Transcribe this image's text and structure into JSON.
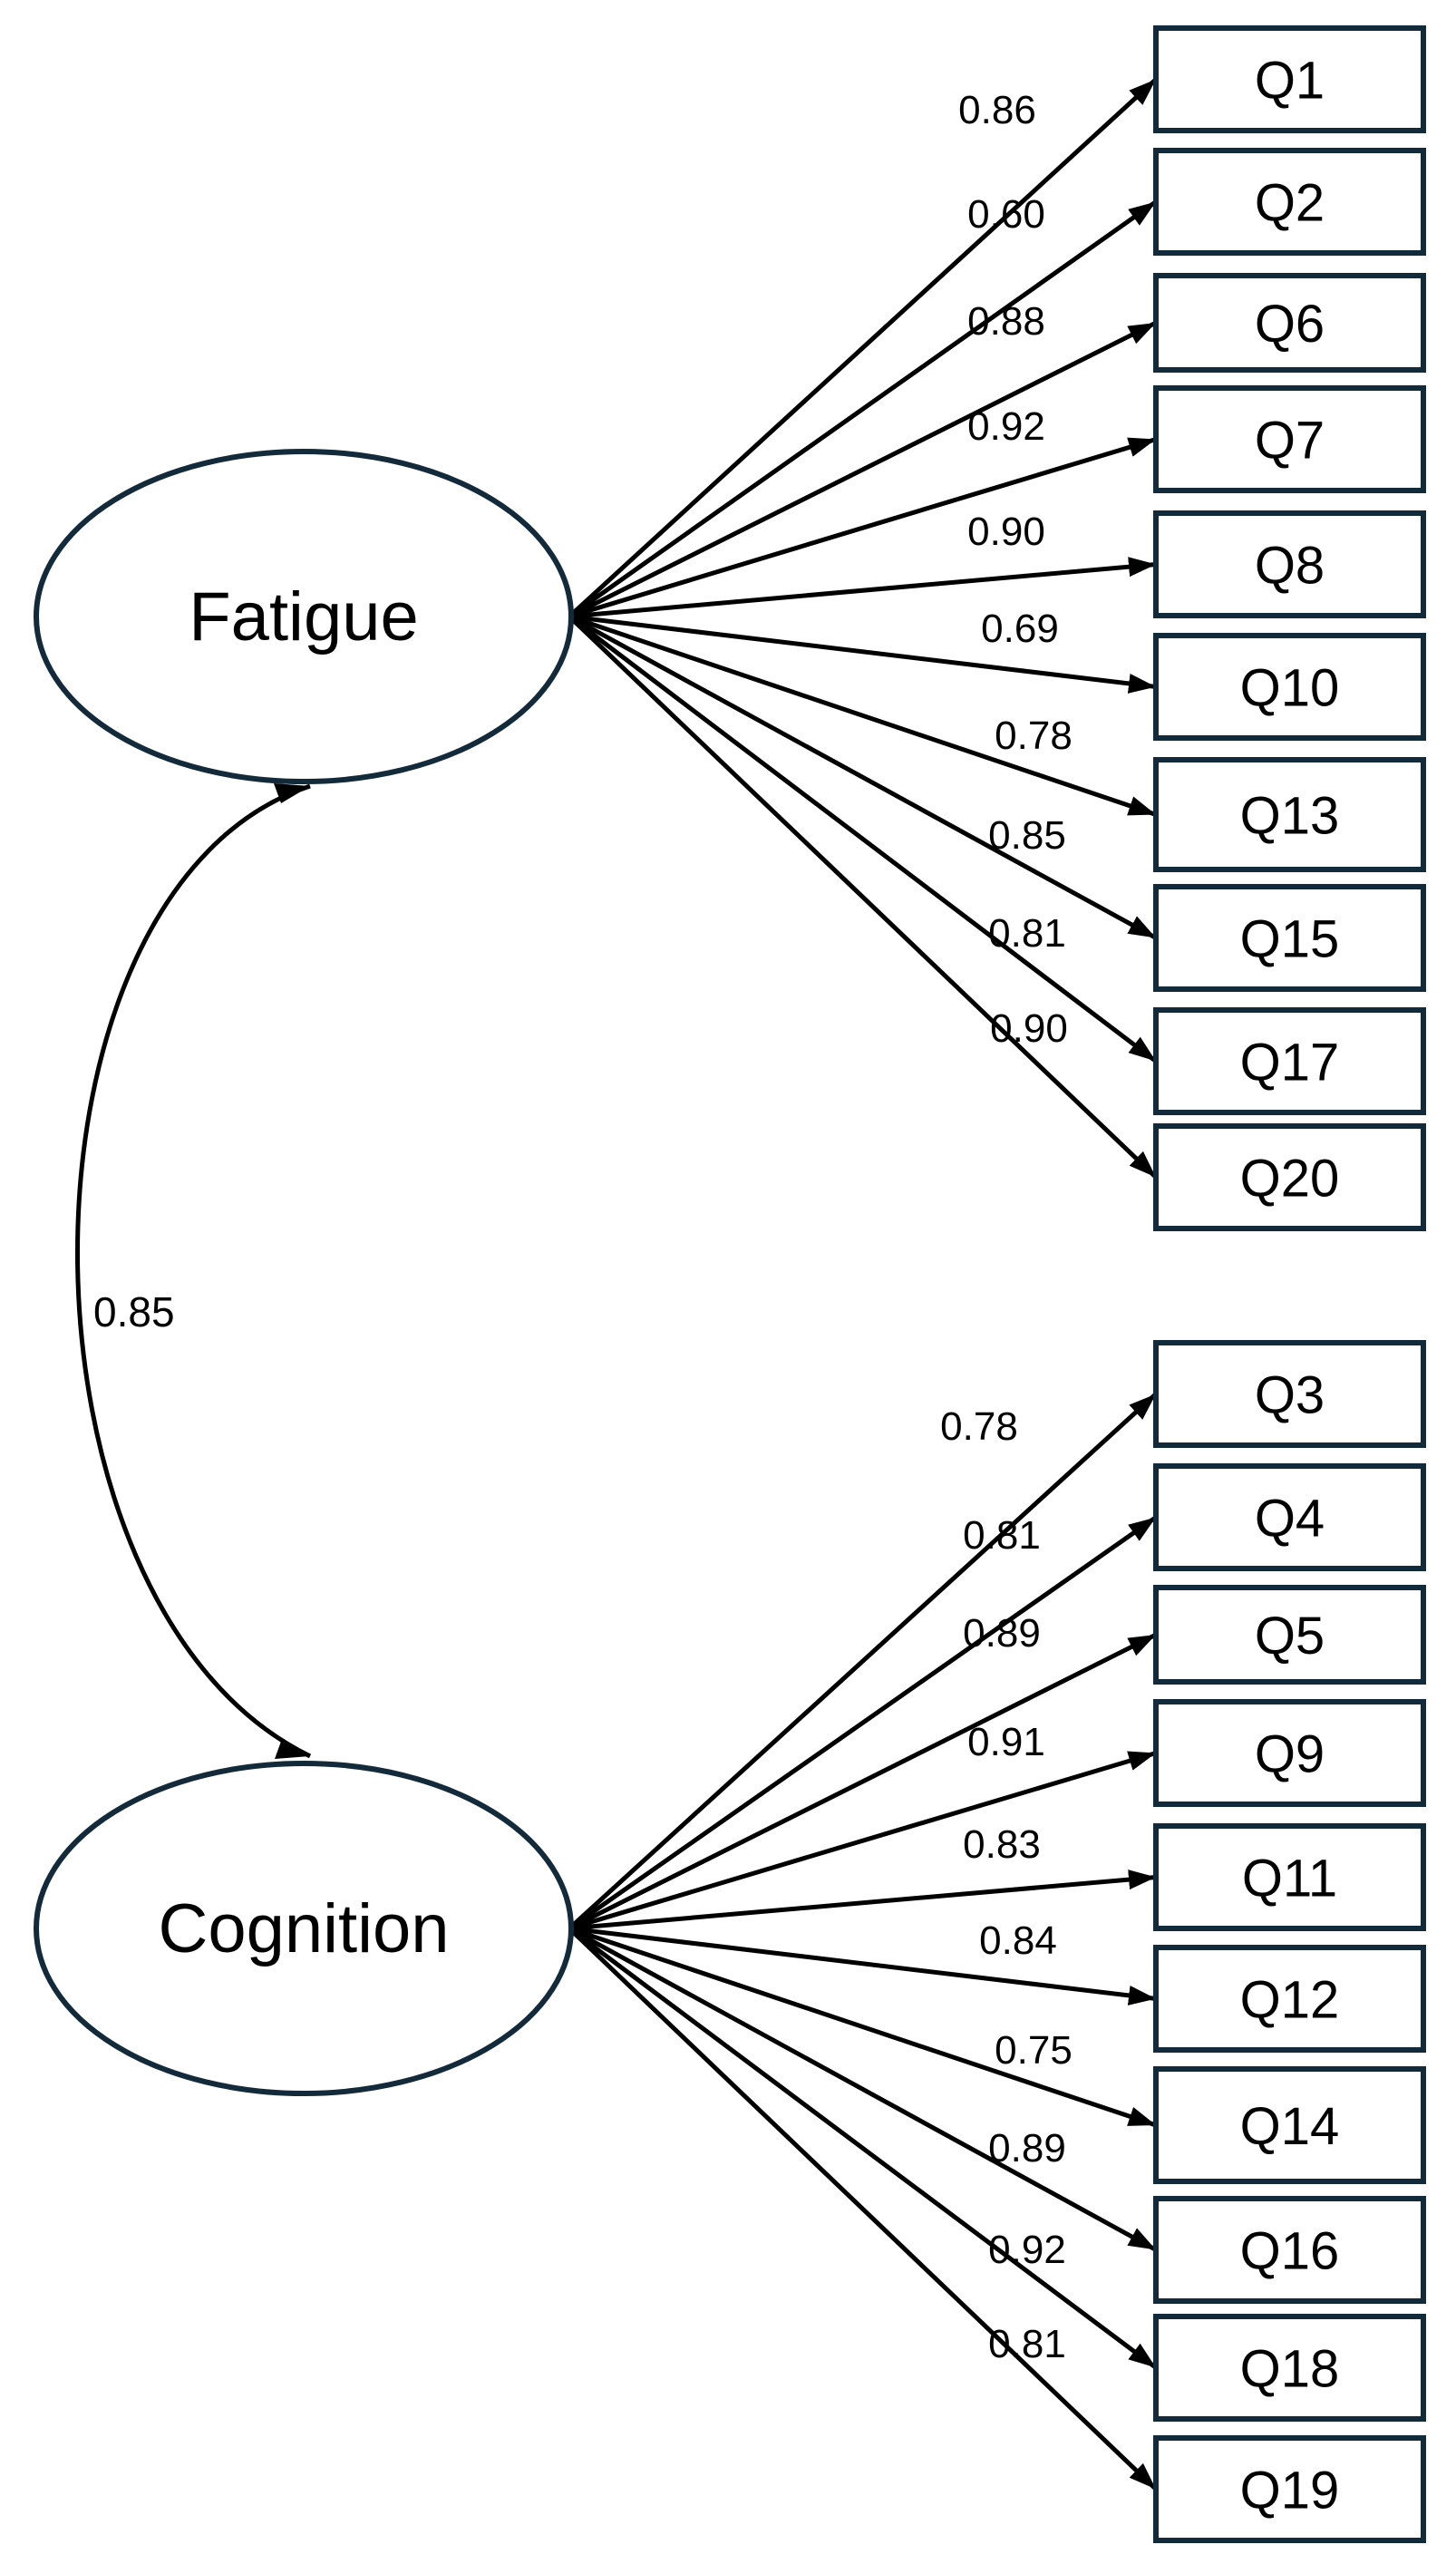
{
  "colors": {
    "outline": "#132a3a",
    "arrow": "#000000",
    "text": "#000000",
    "background": "#ffffff"
  },
  "covariance": {
    "label": "0.85"
  },
  "factors": [
    {
      "label": "Fatigue",
      "items": [
        {
          "label": "Q1",
          "loading": "0.86"
        },
        {
          "label": "Q2",
          "loading": "0.60"
        },
        {
          "label": "Q6",
          "loading": "0.88"
        },
        {
          "label": "Q7",
          "loading": "0.92"
        },
        {
          "label": "Q8",
          "loading": "0.90"
        },
        {
          "label": "Q10",
          "loading": "0.69"
        },
        {
          "label": "Q13",
          "loading": "0.78"
        },
        {
          "label": "Q15",
          "loading": "0.85"
        },
        {
          "label": "Q17",
          "loading": "0.81"
        },
        {
          "label": "Q20",
          "loading": "0.90"
        }
      ]
    },
    {
      "label": "Cognition",
      "items": [
        {
          "label": "Q3",
          "loading": "0.78"
        },
        {
          "label": "Q4",
          "loading": "0.81"
        },
        {
          "label": "Q5",
          "loading": "0.89"
        },
        {
          "label": "Q9",
          "loading": "0.91"
        },
        {
          "label": "Q11",
          "loading": "0.83"
        },
        {
          "label": "Q12",
          "loading": "0.84"
        },
        {
          "label": "Q14",
          "loading": "0.75"
        },
        {
          "label": "Q16",
          "loading": "0.89"
        },
        {
          "label": "Q18",
          "loading": "0.92"
        },
        {
          "label": "Q19",
          "loading": "0.81"
        }
      ]
    }
  ]
}
